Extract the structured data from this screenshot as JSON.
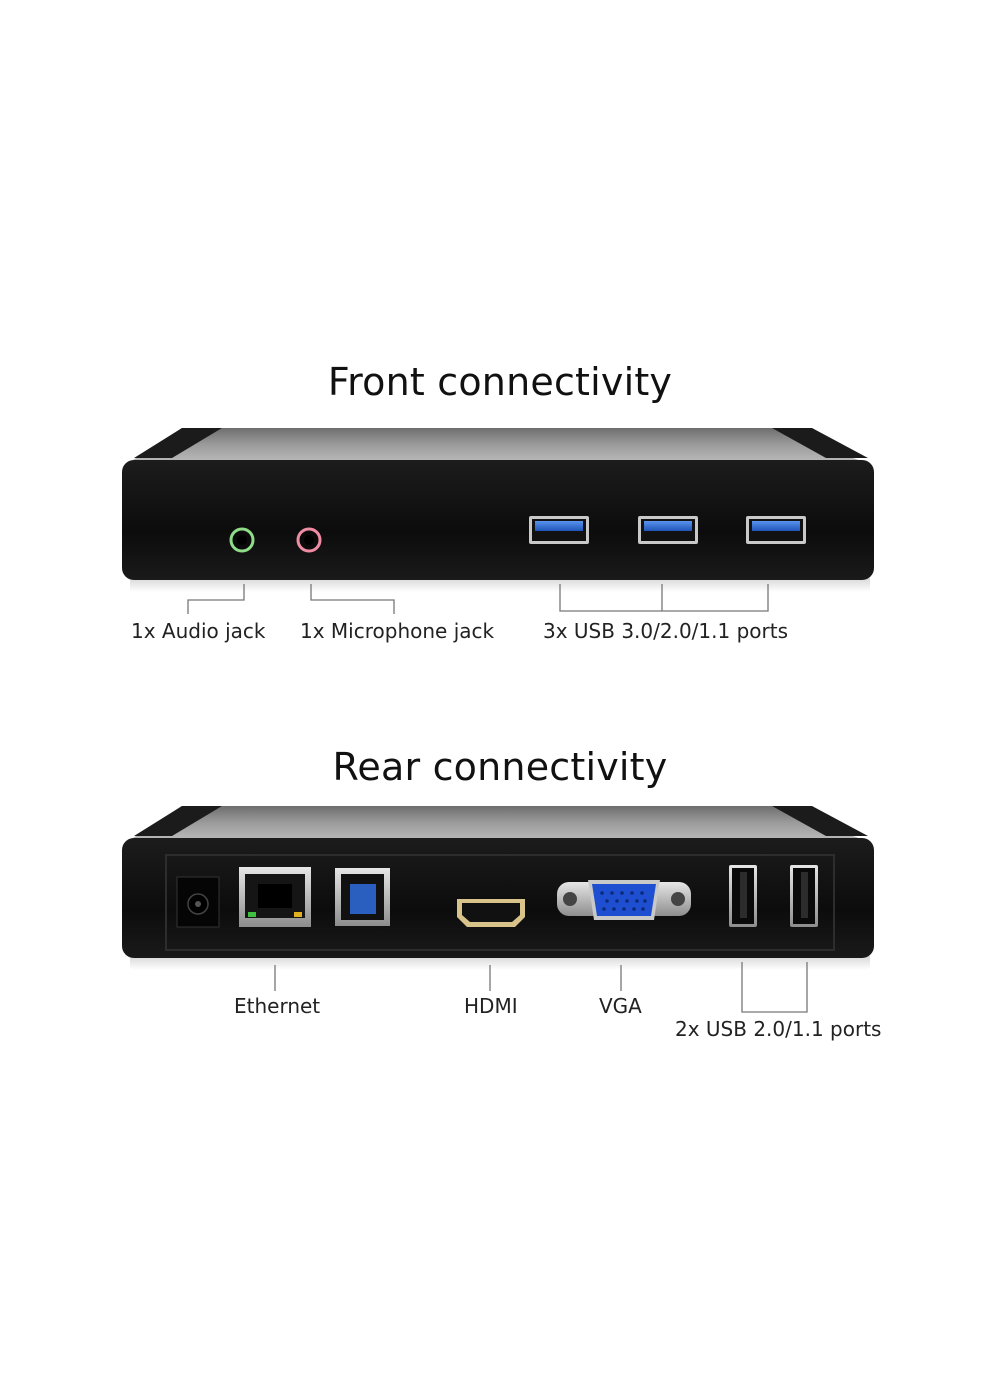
{
  "front": {
    "heading": "Front connectivity",
    "labels": {
      "audio": "1x Audio jack",
      "microphone": "1x Microphone jack",
      "usb3": "3x USB 3.0/2.0/1.1 ports"
    }
  },
  "rear": {
    "heading": "Rear connectivity",
    "labels": {
      "ethernet": "Ethernet",
      "hdmi": "HDMI",
      "vga": "VGA",
      "usb2": "2x USB 2.0/1.1 ports"
    }
  },
  "colors": {
    "body": "#111111",
    "top_panel": "#8a8a8a",
    "usb3_blue": "#2f6fd6",
    "audio_green": "#7fd07a",
    "mic_pink": "#e78aa0",
    "vga_blue": "#1f4fd1",
    "usb_b_blue": "#2a5fbf"
  }
}
